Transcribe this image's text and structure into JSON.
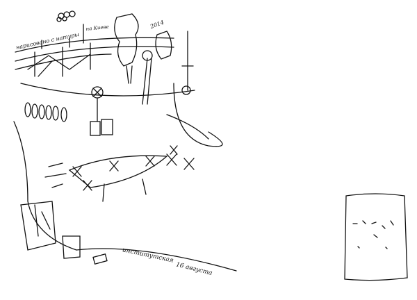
{
  "sketch": {
    "caption_top": "нарисовано с натуры",
    "caption_place": "на Киеве",
    "year": "2014",
    "street": "институтская",
    "date": "16 августа"
  },
  "colors": {
    "ink": "#111111",
    "paper": "#ffffff"
  }
}
